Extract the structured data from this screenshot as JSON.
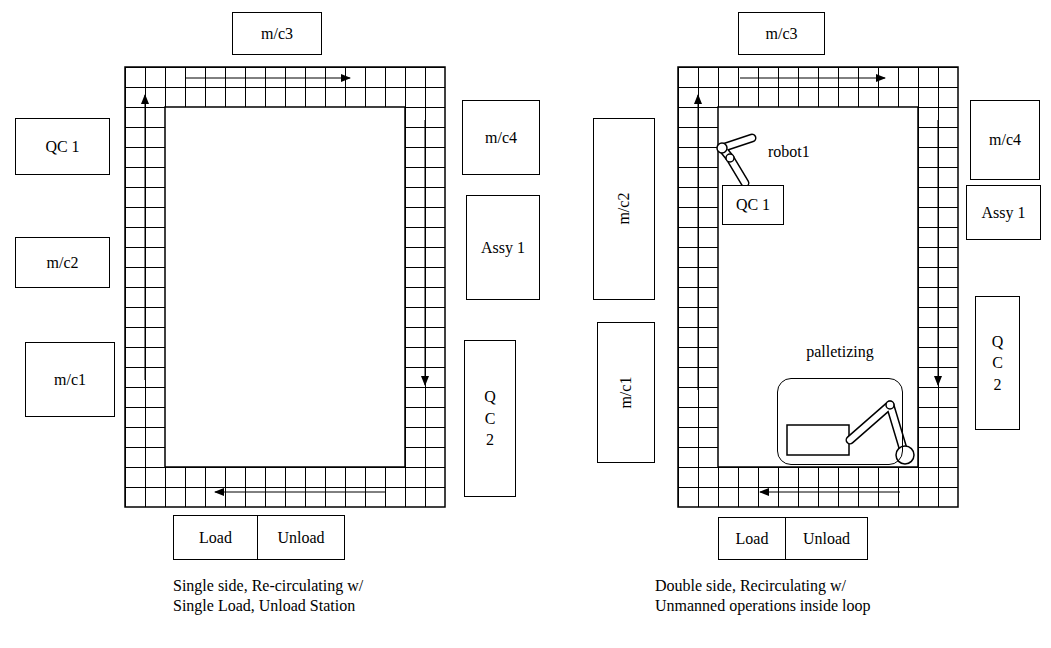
{
  "diagram": {
    "nodes": [
      {
        "text": [
          "m/c3"
        ]
      },
      {
        "text": [
          "QC 1"
        ]
      },
      {
        "text": [
          "m/c2"
        ]
      },
      {
        "text": [
          "m/c1"
        ]
      },
      {
        "text": [
          "m/c4"
        ]
      },
      {
        "text": [
          "Assy 1"
        ]
      },
      {
        "text": [
          "Q C 2"
        ]
      },
      {
        "text": [
          "Load"
        ]
      },
      {
        "text": [
          "Unload"
        ]
      },
      {
        "text": [
          "m/c3"
        ]
      },
      {
        "text": [
          "m/c2"
        ]
      },
      {
        "text": [
          "QC 1"
        ]
      },
      {
        "text": [
          "m/c1"
        ]
      },
      {
        "text": [
          "palletizing"
        ]
      },
      {
        "text": [
          "m/c4"
        ]
      },
      {
        "text": [
          "Assy 1"
        ]
      },
      {
        "text": [
          "Q C 2"
        ]
      },
      {
        "text": [
          "Load"
        ]
      },
      {
        "text": [
          "Unload"
        ]
      }
    ],
    "labels": [
      "robot1",
      "Single side, Re-circulating w/ Single Load, Unload Station",
      "Double side, Recirculating w/ Unmanned operations inside loop"
    ]
  }
}
